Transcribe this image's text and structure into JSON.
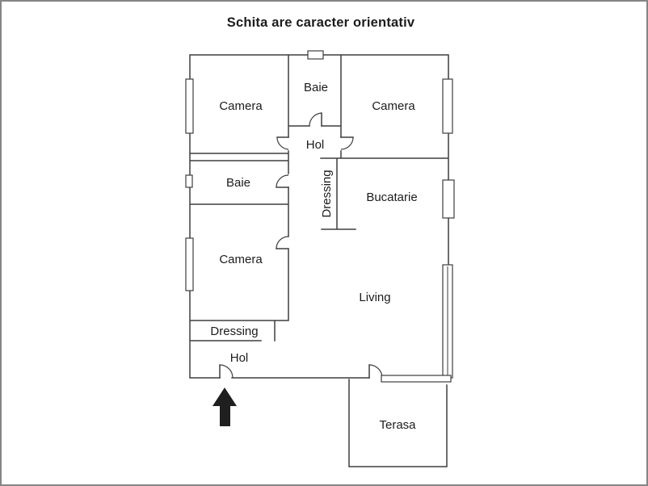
{
  "title": "Schita are caracter orientativ",
  "rooms": {
    "camera_top_left": "Camera",
    "baie_top": "Baie",
    "camera_top_right": "Camera",
    "hol_top": "Hol",
    "baie_left": "Baie",
    "dressing_middle": "Dressing",
    "bucatarie": "Bucatarie",
    "camera_bottom_left": "Camera",
    "living": "Living",
    "dressing_bottom": "Dressing",
    "hol_bottom": "Hol",
    "terasa": "Terasa"
  },
  "icons": {
    "entrance_arrow": "up-arrow"
  },
  "colors": {
    "wall": "#3e3e3e",
    "text": "#1c1c1c",
    "frame": "#858585",
    "arrow": "#1f1f1f",
    "background": "#ffffff"
  }
}
